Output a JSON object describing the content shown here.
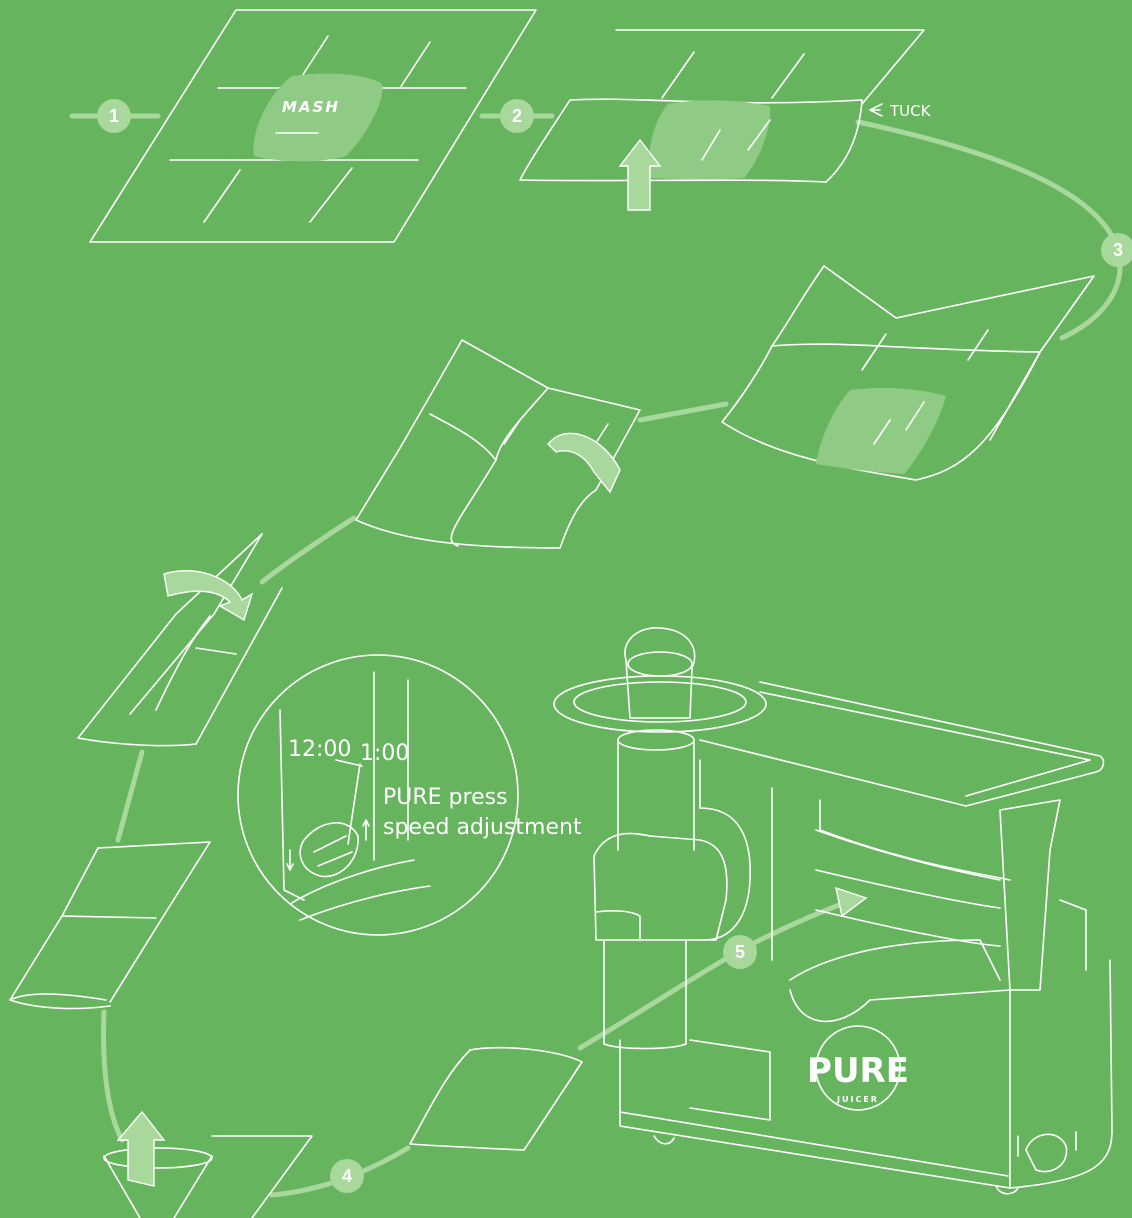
{
  "steps": [
    {
      "number": "1"
    },
    {
      "number": "2"
    },
    {
      "number": "3"
    },
    {
      "number": "4"
    },
    {
      "number": "5"
    }
  ],
  "labels": {
    "mash": "MASH",
    "tuck": "TUCK",
    "time_1200": "12:00",
    "time_100": "1:00",
    "detail_line1": "PURE press",
    "detail_line2": "speed adjustment"
  },
  "brand": {
    "logo_text": "PURE",
    "logo_sub": "JUICER"
  },
  "colors": {
    "background": "#67b45f",
    "accent": "#a9d89d",
    "line": "#ffffff"
  }
}
